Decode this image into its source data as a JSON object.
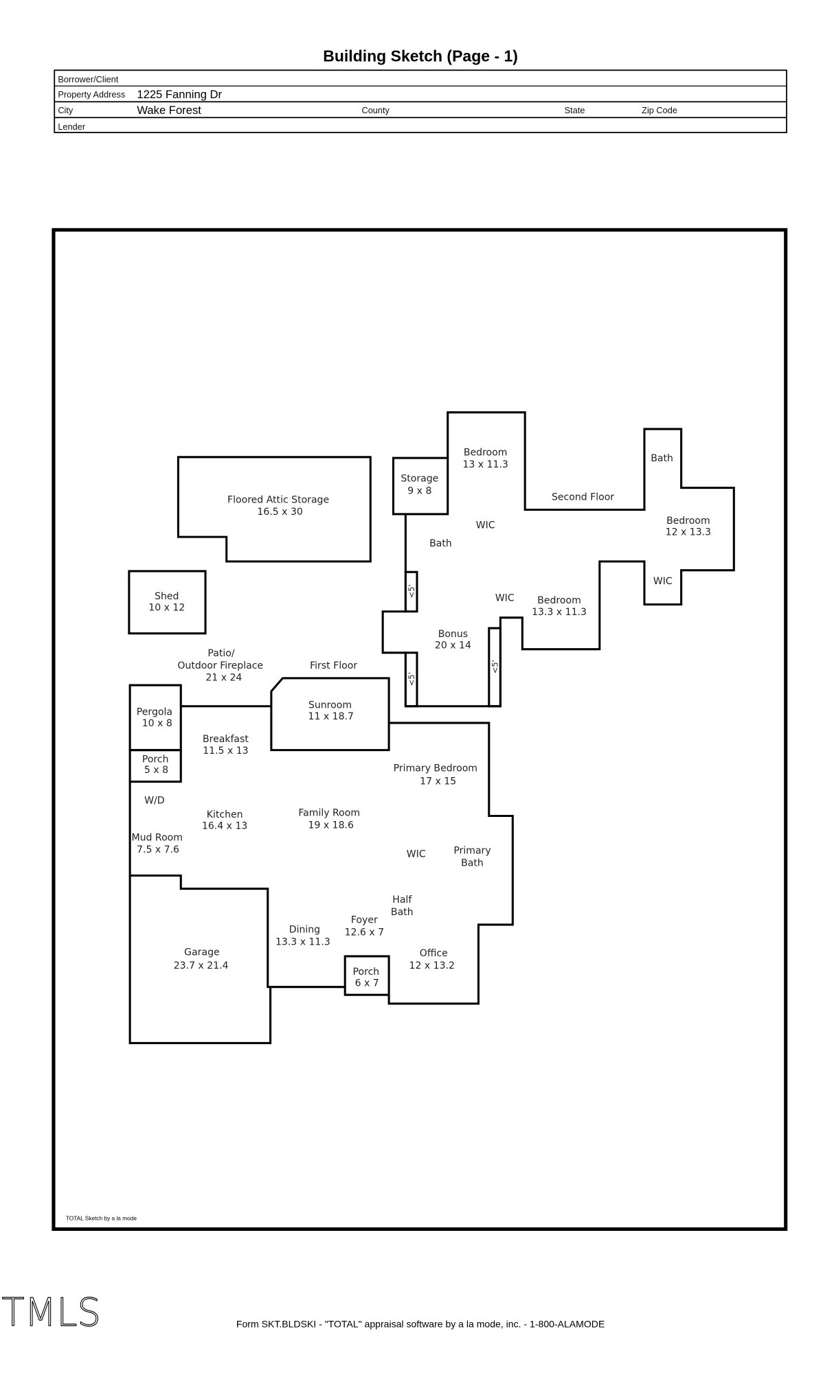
{
  "title": "Building Sketch (Page - 1)",
  "form": {
    "borrower_label": "Borrower/Client",
    "address_label": "Property Address",
    "address_value": "1225 Fanning Dr",
    "city_label": "City",
    "city_value": "Wake Forest",
    "county_label": "County",
    "state_label": "State",
    "zip_label": "Zip Code",
    "lender_label": "Lender"
  },
  "sketch": {
    "credit": "TOTAL Sketch by a la mode",
    "rooms": {
      "attic": [
        "Floored Attic Storage",
        "16.5 x 30"
      ],
      "shed": [
        "Shed",
        "10 x 12"
      ],
      "storage": [
        "Storage",
        "9 x 8"
      ],
      "bedroom_a": [
        "Bedroom",
        "13 x 11.3"
      ],
      "bath_a": "Bath",
      "second_floor": "Second Floor",
      "bedroom_b": [
        "Bedroom",
        "12 x 13.3"
      ],
      "wic_a": "WIC",
      "bath_b": "Bath",
      "wic_b": "WIC",
      "wic_c": "WIC",
      "bedroom_c": [
        "Bedroom",
        "13.3 x 11.3"
      ],
      "bonus": [
        "Bonus",
        "20 x 14"
      ],
      "lt5_a": "<5'",
      "lt5_b": "<5'",
      "lt5_c": "<5'",
      "patio": [
        "Patio/",
        "Outdoor Fireplace",
        "21 x 24"
      ],
      "first_floor": "First Floor",
      "sunroom": [
        "Sunroom",
        "11 x 18.7"
      ],
      "pergola": [
        "Pergola",
        "10 x 8"
      ],
      "breakfast": [
        "Breakfast",
        "11.5 x 13"
      ],
      "porch_a": [
        "Porch",
        "5 x 8"
      ],
      "primary_bedroom": [
        "Primary Bedroom",
        "17 x 15"
      ],
      "wd": "W/D",
      "kitchen": [
        "Kitchen",
        "16.4 x 13"
      ],
      "family": [
        "Family Room",
        "19 x 18.6"
      ],
      "mud": [
        "Mud Room",
        "7.5 x 7.6"
      ],
      "wic_d": "WIC",
      "primary_bath": [
        "Primary",
        "Bath"
      ],
      "half_bath": [
        "Half",
        "Bath"
      ],
      "foyer": [
        "Foyer",
        "12.6 x 7"
      ],
      "dining": [
        "Dining",
        "13.3 x 11.3"
      ],
      "garage": [
        "Garage",
        "23.7 x 21.4"
      ],
      "office": [
        "Office",
        "12 x 13.2"
      ],
      "porch_b": [
        "Porch",
        "6 x 7"
      ]
    }
  },
  "footer": {
    "logo": "TMLS",
    "form_text": "Form SKT.BLDSKI - \"TOTAL\" appraisal software by a la mode, inc. - 1-800-ALAMODE"
  }
}
